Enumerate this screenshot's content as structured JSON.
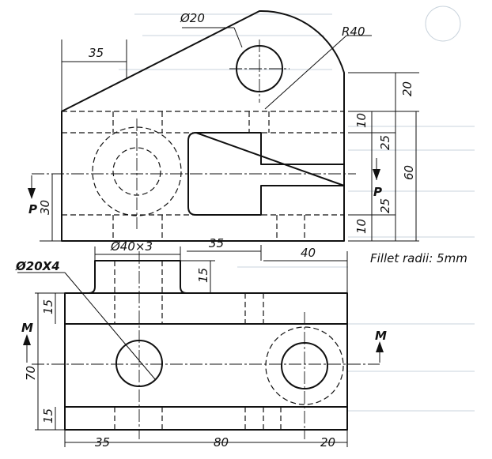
{
  "dimensions": {
    "d20": "Ø20",
    "r40": "R40",
    "top_35": "35",
    "right_20": "20",
    "right_10a": "10",
    "right_25a": "25",
    "right_60": "60",
    "right_25b": "25",
    "right_10b": "10",
    "left_30": "30",
    "d40x3": "Ø40×3",
    "front_35": "35",
    "front_40": "40",
    "front_15": "15",
    "d20x4": "Ø20X4",
    "left_15a": "15",
    "left_70": "70",
    "left_15b": "15",
    "bottom_35": "35",
    "bottom_80": "80",
    "bottom_20": "20"
  },
  "section_labels": {
    "p_left": "P",
    "p_right": "P",
    "m_left": "M",
    "m_right": "M"
  },
  "notes": {
    "fillet": "Fillet radii: 5mm"
  }
}
